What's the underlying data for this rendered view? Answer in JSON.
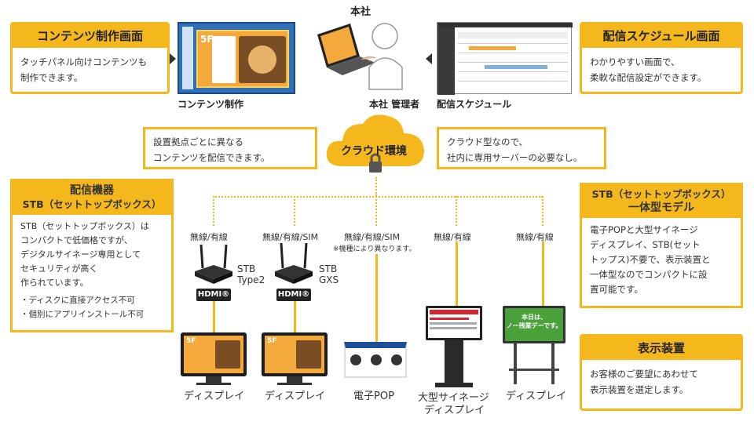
{
  "top_left": {
    "title": "コンテンツ制作画面",
    "body_lines": [
      "タッチパネル向けコンテンツも",
      "制作できます。"
    ],
    "caption": "コンテンツ制作"
  },
  "top_center": {
    "office_label": "本社",
    "admin_caption": "本社 管理者",
    "schedule_caption": "配信スケジュール"
  },
  "top_right": {
    "title": "配信スケジュール画面",
    "body_lines": [
      "わかりやすい画面で、",
      "柔軟な配信設定ができます。"
    ]
  },
  "cloud": {
    "label": "クラウド環境",
    "left_note": [
      "設置拠点ごとに異なる",
      "コンテンツを配信できます。"
    ],
    "right_note": [
      "クラウド型なので、",
      "社内に専用サーバーの必要なし。"
    ]
  },
  "stb_panel": {
    "title_1": "配信機器",
    "title_2": "STB（セットトップボックス）",
    "body_lines": [
      "STB（セットトップボックス）は",
      "コンパクトで低価格ですが、",
      "デジタルサイネージ専用として",
      "セキュリティが高く",
      "作られています。"
    ],
    "bullets": [
      "・ディスクに直接アクセス不可",
      "・個別にアプリインストール不可"
    ]
  },
  "integrated_panel": {
    "title_1": "STB（セットトップボックス）",
    "title_2": "一体型モデル",
    "body_lines": [
      "電子POPと大型サイネージ",
      "ディスプレイ、STB(セット",
      "トップス)不要で、表示装置と",
      "一体型なのでコンパクトに設",
      "置可能です。"
    ]
  },
  "display_panel": {
    "title": "表示装置",
    "body_lines": [
      "お客様のご要望にあわせて",
      "表示装置を選定します。"
    ]
  },
  "connections": {
    "c1": "無線/有線",
    "c2": "無線/有線/SIM",
    "c3": "無線/有線/SIM",
    "c3_note": "※機種により異なります。",
    "c4": "無線/有線",
    "c5": "無線/有線"
  },
  "stb_devices": {
    "stb1": [
      "STB",
      "Type2"
    ],
    "stb2": [
      "STB",
      "GXS"
    ],
    "hdmi": "HDMI®"
  },
  "devices": {
    "d1": "ディスプレイ",
    "d2": "ディスプレイ",
    "d3": "電子POP",
    "d4": [
      "大型サイネージ",
      "ディスプレイ"
    ],
    "d5": "ディスプレイ"
  },
  "screen_text": {
    "floor": "5F",
    "board_line1": "本日は、",
    "board_line2": "ノー残業デーです。"
  },
  "colors": {
    "accent": "#f5b81c",
    "dark": "#222222"
  }
}
